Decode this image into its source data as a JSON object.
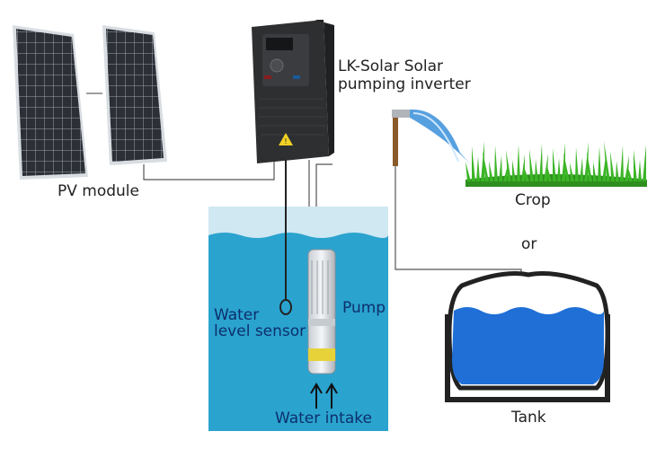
{
  "labels": {
    "pv_module": "PV module",
    "inverter_line1": "LK-Solar Solar",
    "inverter_line2": "pumping inverter",
    "crop": "Crop",
    "or": "or",
    "tank": "Tank",
    "sensor_line1": "Water",
    "sensor_line2": "level sensor",
    "pump": "Pump",
    "water_intake": "Water intake"
  },
  "colors": {
    "water": "#2aa3cf",
    "water_light": "#cfe8f1",
    "panel": "#2c2f35",
    "panel_grid": "#9aa3ad",
    "inverter": "#2e2f31",
    "grass": "#3bb526",
    "tank_water": "#1f6fd6",
    "text_blue": "#0d2f6b"
  },
  "icons": {
    "inverter_warning": "warning-triangle-icon",
    "intake_arrows": "up-arrow-icon"
  }
}
